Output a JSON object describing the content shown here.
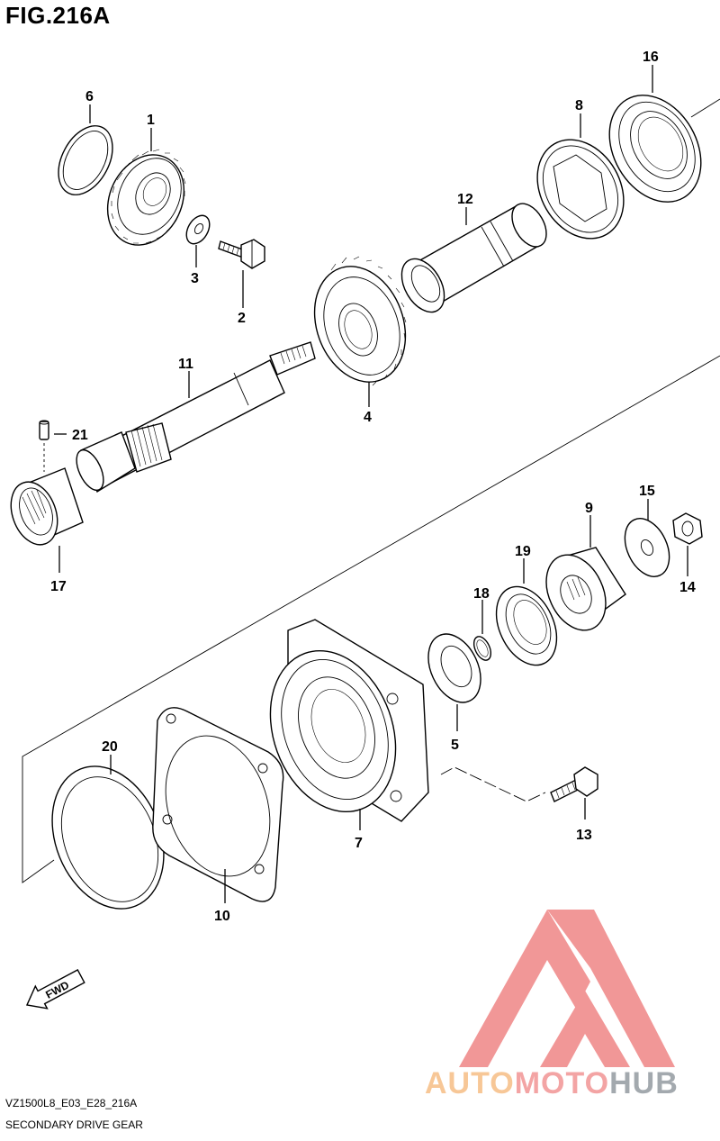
{
  "figure": {
    "title": "FIG.216A",
    "code": "VZ1500L8_E03_E28_216A",
    "caption": "SECONDARY DRIVE GEAR"
  },
  "callouts": [
    {
      "ref": "1"
    },
    {
      "ref": "2"
    },
    {
      "ref": "3"
    },
    {
      "ref": "4"
    },
    {
      "ref": "5"
    },
    {
      "ref": "6"
    },
    {
      "ref": "7"
    },
    {
      "ref": "8"
    },
    {
      "ref": "9"
    },
    {
      "ref": "10"
    },
    {
      "ref": "11"
    },
    {
      "ref": "12"
    },
    {
      "ref": "13"
    },
    {
      "ref": "14"
    },
    {
      "ref": "15"
    },
    {
      "ref": "16"
    },
    {
      "ref": "17"
    },
    {
      "ref": "18"
    },
    {
      "ref": "19"
    },
    {
      "ref": "20"
    },
    {
      "ref": "21"
    }
  ],
  "direction_arrow": {
    "label": "FWD"
  },
  "watermark": {
    "text_auto": "AUTO",
    "text_moto": "MOTO",
    "text_hub": "HUB",
    "colors": {
      "auto": "#f7c28c",
      "moto": "#f29b9b",
      "hub": "#9aa0a6",
      "logo": "#f08c8c"
    }
  }
}
